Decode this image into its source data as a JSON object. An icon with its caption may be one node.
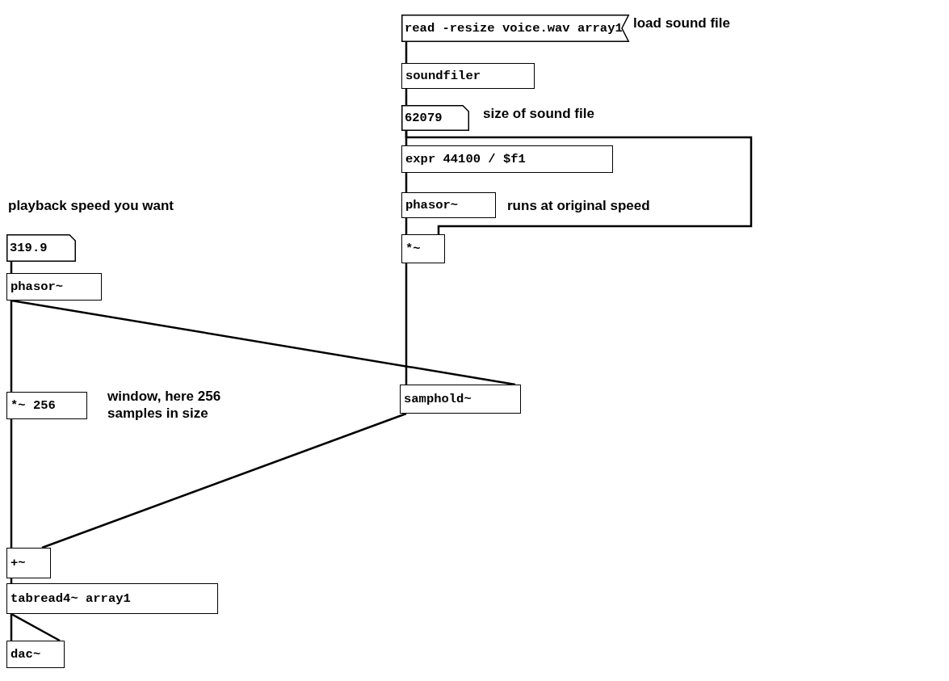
{
  "diagram": {
    "nodes": [
      {
        "text": [
          "read -resize voice.wav array1"
        ],
        "beside": [
          "load sound file"
        ]
      },
      {
        "text": [
          "soundfiler"
        ]
      },
      {
        "text": [
          "62079"
        ],
        "beside": [
          "size of sound file"
        ]
      },
      {
        "text": [
          "expr 44100 / $f1"
        ]
      },
      {
        "text": [
          "phasor~"
        ],
        "beside": [
          "runs at original speed"
        ]
      },
      {
        "text": [
          "*~"
        ]
      },
      {
        "text": [
          "319.9"
        ],
        "beside": [
          "playback speed you want"
        ]
      },
      {
        "text": [
          "phasor~"
        ]
      },
      {
        "text": [
          "*~ 256"
        ],
        "beside": [
          "window, here 256 samples in size"
        ]
      },
      {
        "text": [
          "samphold~"
        ]
      },
      {
        "text": [
          "+~"
        ]
      },
      {
        "text": [
          "tabread4~ array1"
        ]
      },
      {
        "text": [
          "dac~"
        ]
      }
    ],
    "edges": [
      {
        "from": 0,
        "to": 1,
        "arrow": "none"
      },
      {
        "from": 1,
        "to": 2,
        "arrow": "none"
      },
      {
        "from": 2,
        "to": 3,
        "arrow": "none"
      },
      {
        "from": 2,
        "to": 5,
        "arrow": "none"
      },
      {
        "from": 3,
        "to": 4,
        "arrow": "none"
      },
      {
        "from": 4,
        "to": 5,
        "arrow": "none"
      },
      {
        "from": 5,
        "to": 9,
        "arrow": "none"
      },
      {
        "from": 6,
        "to": 7,
        "arrow": "none"
      },
      {
        "from": 7,
        "to": 8,
        "arrow": "none"
      },
      {
        "from": 7,
        "to": 9,
        "arrow": "none"
      },
      {
        "from": 8,
        "to": 10,
        "arrow": "none"
      },
      {
        "from": 9,
        "to": 10,
        "arrow": "none"
      },
      {
        "from": 10,
        "to": 11,
        "arrow": "none"
      },
      {
        "from": 11,
        "to": 12,
        "arrow": "none"
      },
      {
        "from": 11,
        "to": 12,
        "arrow": "none"
      }
    ]
  }
}
